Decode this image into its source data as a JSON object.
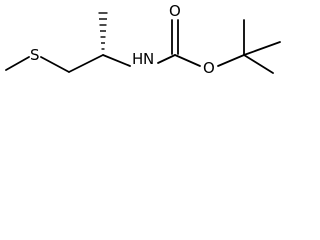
{
  "molecule": {
    "atoms": {
      "S": "S",
      "N": "N",
      "H": "H",
      "O_carbonyl": "O",
      "O_ester": "O"
    }
  }
}
